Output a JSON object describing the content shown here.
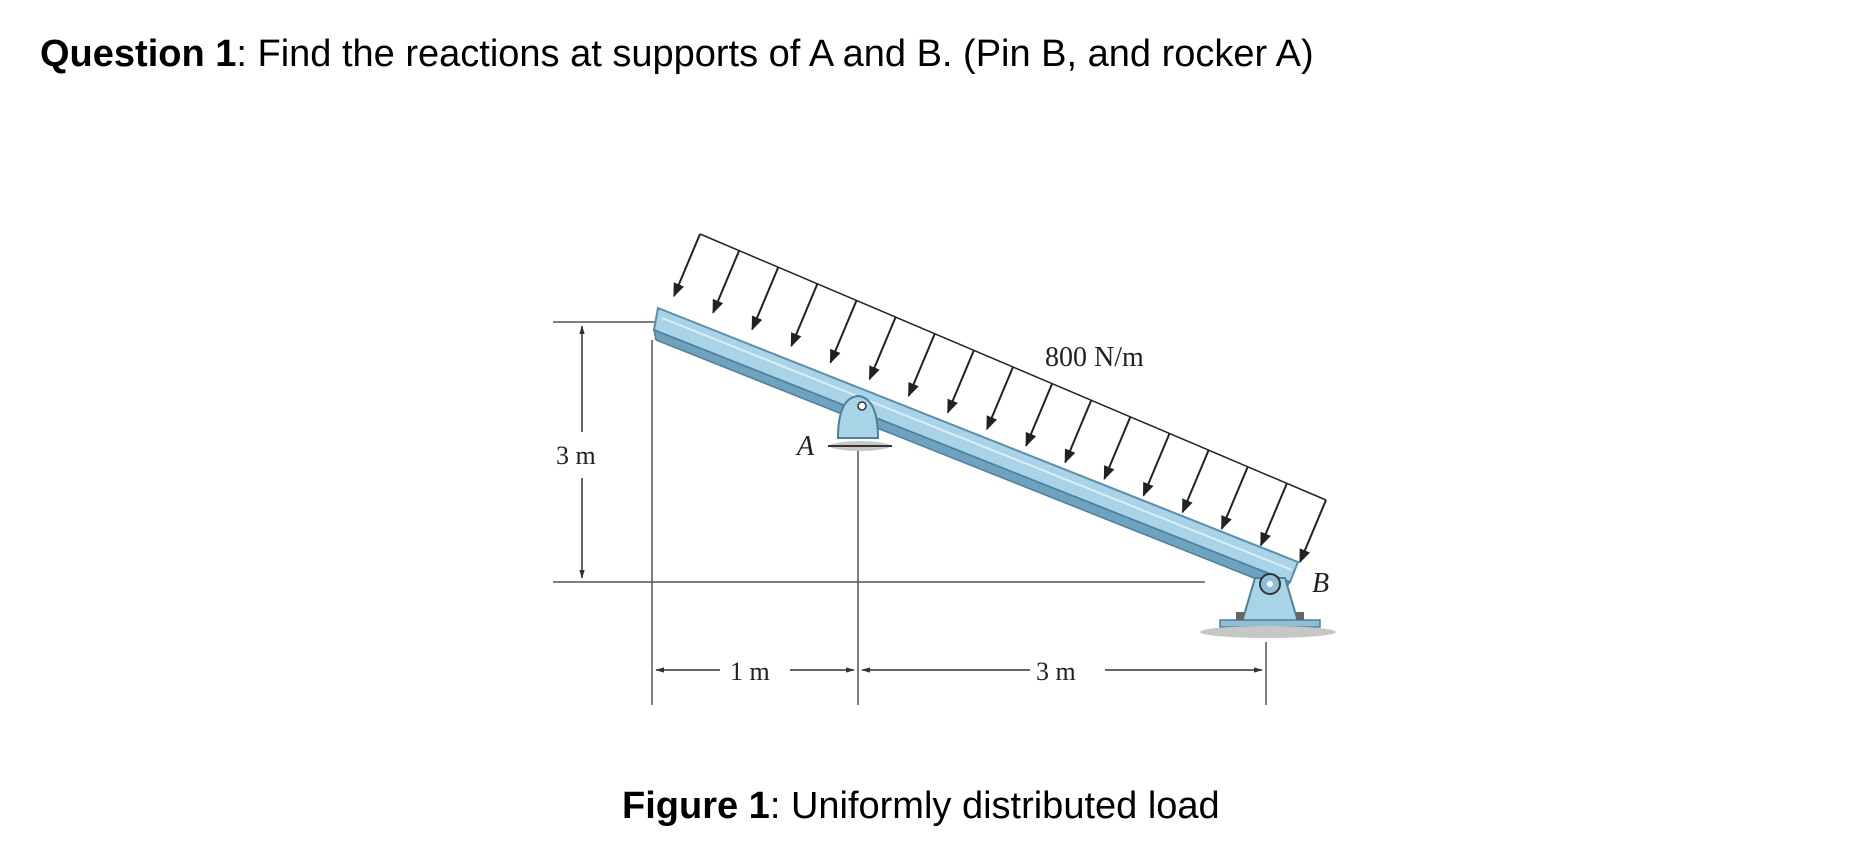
{
  "question": {
    "label": "Question 1",
    "separator": ": ",
    "text": "Find the reactions at supports of A and B. (Pin B, and rocker A)"
  },
  "figure": {
    "load_label": "800 N/m",
    "height_label": "3 m",
    "span_left_label": "1 m",
    "span_right_label": "3 m",
    "support_a_label": "A",
    "support_b_label": "B",
    "beam_color": "#a9d3e6",
    "beam_edge_color": "#5d8ea8"
  },
  "caption": {
    "label": "Figure 1",
    "separator": ": ",
    "text": "Uniformly distributed load"
  }
}
